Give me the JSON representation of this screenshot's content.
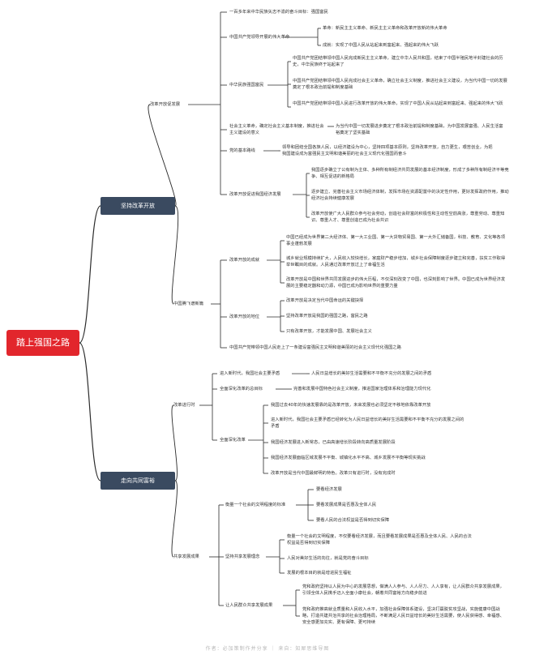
{
  "root": "踏上强国之路",
  "branch_a": {
    "label": "坚持改革开放",
    "g1": {
      "label": "改革开放促发展",
      "item1": "一百多年来中华民族矢志不渝的奋斗目标：强国富民",
      "item2": {
        "label": "中国共产党领导开展的伟大革命",
        "sub1": "革命：新民主主义革命、新民主主义革命和改革开放新的伟大革命",
        "sub2": "成就：实现了中国人民从站起来到富起来、强起来的伟大飞跃"
      },
      "item3": {
        "label": "中华民族强国富民",
        "sub1": "中国共产党团结带领中国人民完成新民主主义革命，建立中华人民共和国，结束了中国半殖民地半封建社会的历史，中华民族终于站起来了",
        "sub2": "中国共产党团结带领中国人民完成社会主义革命，确立社会主义制度，推进社会主义建设，为当代中国一切的发展奠定了根本政治前提和制度基础",
        "sub3": "中国共产党团结带领中国人民进行改革开放的伟大革命，实现了中国人民从站起来到富起来、强起来的伟大飞跃"
      },
      "item4": {
        "label": "社会主义革命，确定社会主义基本制度，推进社会主义建设的意义",
        "sub1": "为当代中国一切发展进步奠定了根本政治前提和制度基础，为中国发展富强、人民生活富裕奠定了坚实基础"
      },
      "item5": {
        "label": "党的基本路线",
        "sub1": "领导和团结全国各族人民，以经济建设为中心，坚持四项基本原则，坚持改革开放，自力更生，艰苦创业，为把我国建设成为富强民主文明和谐美丽的社会主义现代化强国而奋斗"
      },
      "item6": {
        "label": "改革开放促进我国经济发展",
        "sub1": "我国逐步确立了公有制为主体、多种所有制经济共同发展的基本经济制度，形成了多种所有制经济平等竞争、相互促进的新格局",
        "sub2": "逐步建立、完善社会主义市场经济体制，发挥市场在资源配置中的决定性作用，更好发挥政府作用，推动经济社会持续健康发展",
        "sub3": "改革开放使广大人民群众参与社会劳动，创造社会财富的积极性和主动性空前高涨，尊重劳动、尊重知识、尊重人才、尊重创造已成为社会共识"
      }
    },
    "g2": {
      "label": "中国腾飞谱新篇",
      "item1": {
        "label": "改革开放的成就",
        "sub1": "中国已经成为世界第二大经济体、第一大工业国、第一大货物贸易国、第一大外汇储备国，科技、教育、文化等各项事业蓬勃发展",
        "sub2": "城乡就业规模持续扩大，人民收入较快增长，家庭财产稳步增加，城乡社会保障制度逐步建立和完善，扶贫工作取得举世瞩目的成就。人民通过改革开放过上了幸福生活",
        "sub3": "改革开放是中国和世界共同发展进步的伟大历程，不仅深刻改变了中国，也深刻影响了世界。中国已成为世界经济发展的主要稳定器和动力源，中国已成为影响世界的重要力量"
      },
      "item2": {
        "label": "改革开放的地位",
        "sub1": "改革开放是决定当代中国命运的关键抉择",
        "sub2": "坚持改革开放是我国的强国之路，富民之路",
        "sub3": "只有改革开放，才能发展中国、发展社会主义"
      },
      "item3": "中国共产党带领中国人民走上了一条建设富强民主文明和谐美丽的社会主义现代化强国之路"
    }
  },
  "branch_b": {
    "label": "走向共同富裕",
    "g1": {
      "label": "改革进行时",
      "item1": {
        "label": "进入新时代，我国社会主要矛盾",
        "sub1": "人民日益增长的美好生活需要和不平衡不充分的发展之间的矛盾"
      },
      "item2": {
        "label": "全面深化改革的总目标",
        "sub1": "完善和发展中国特色社会主义制度，推进国家治理体系和治理能力现代化"
      },
      "item3": {
        "label": "全面深化改革",
        "sub1": "我国过去40年的快速发展靠的是改革开放，未来发展也必须坚定不移地依靠改革开放",
        "sub2": "进入新时代，我国社会主要矛盾已经转化为人民日益增长的美好生活需要和不平衡不充分的发展之间的矛盾",
        "sub3": "我国经济发展进入新常态，已由高速增长阶段转向高质量发展阶段",
        "sub4": "我国经济发展面临区域发展不平衡、城镇化水平不高、城乡发展不平衡等现实挑战",
        "sub5": "改革开放是当代中国最鲜明的特色。改革只有进行时，没有完成时"
      }
    },
    "g2": {
      "label": "共享发展成果",
      "item1": {
        "label": "衡量一个社会的文明程度的标准",
        "sub1": "要看经济发展",
        "sub2": "要看发展成果是否惠及全体人民",
        "sub3": "要看人民的合法权益是否得到切实保障"
      },
      "item2": {
        "label": "坚持共享发展理念",
        "sub1": "衡量一个社会的文明程度，不仅要看经济发展，而且要看发展成果是否惠及全体人民、人民的合法权益是否得到切实保障",
        "sub2": "人民对美好生活的向往，就是党的奋斗目标",
        "sub3": "发展的根本目的就是增进民生福祉"
      },
      "item3": {
        "label": "让人民群众共享发展成果",
        "sub1": "党和政府坚持以人民为中心的发展思想，做满人人参与、人人尽力、人人享有，让人民群众共享发展成果，引领全体人民携手迈入全面小康社会，朝着共同富裕方向稳步前进",
        "sub2": "党和政府推高就业质量和人民收入水平，加强社会保障体系建设，坚决打赢脱贫攻坚战，实施健康中国战略，打造共建共治共享的社会治理格局，不断满足人民日益增长的美好生活需要，使人民获得感、幸福感、安全感更加充实、更有保障、更可持续"
      }
    }
  },
  "footer": "作者：必加策制作并分享 ｜ 来自：知犀思维导图",
  "colors": {
    "root": "#e2262c",
    "branch": "#3a4a60",
    "line": "#2b2b2b"
  }
}
